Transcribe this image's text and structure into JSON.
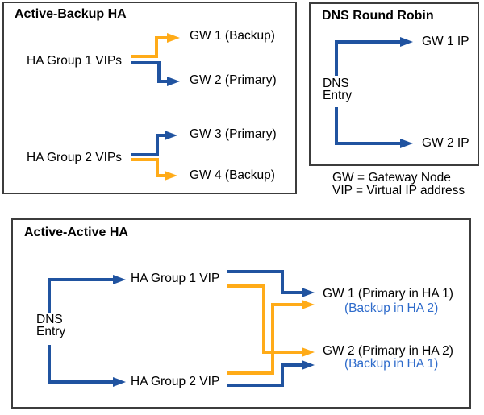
{
  "colors": {
    "arrow_blue": "#2053A0",
    "arrow_orange": "#FFAB18",
    "backup_text_blue": "#2E6BCB",
    "panel_border": "#3C3C3C",
    "text": "#000000",
    "background": "#FFFFFF"
  },
  "active_backup": {
    "title": "Active-Backup HA",
    "group1": "HA Group 1 VIPs",
    "gw1": "GW 1 (Backup)",
    "gw2": "GW 2 (Primary)",
    "group2": "HA Group 2 VIPs",
    "gw3": "GW 3 (Primary)",
    "gw4": "GW 4 (Backup)"
  },
  "dns_round_robin": {
    "title": "DNS Round Robin",
    "source_line1": "DNS",
    "source_line2": "Entry",
    "gw1": "GW 1 IP",
    "gw2": "GW 2 IP"
  },
  "legend": {
    "line1": "GW = Gateway Node",
    "line2": "VIP = Virtual IP address"
  },
  "active_active": {
    "title": "Active-Active HA",
    "source_line1": "DNS",
    "source_line2": "Entry",
    "vip1": "HA Group 1 VIP",
    "vip2": "HA Group 2 VIP",
    "gw1_primary": "GW 1 (Primary in HA 1)",
    "gw1_backup": "(Backup in HA 2)",
    "gw2_primary": "GW 2 (Primary in HA 2)",
    "gw2_backup": "(Backup in HA 1)"
  }
}
